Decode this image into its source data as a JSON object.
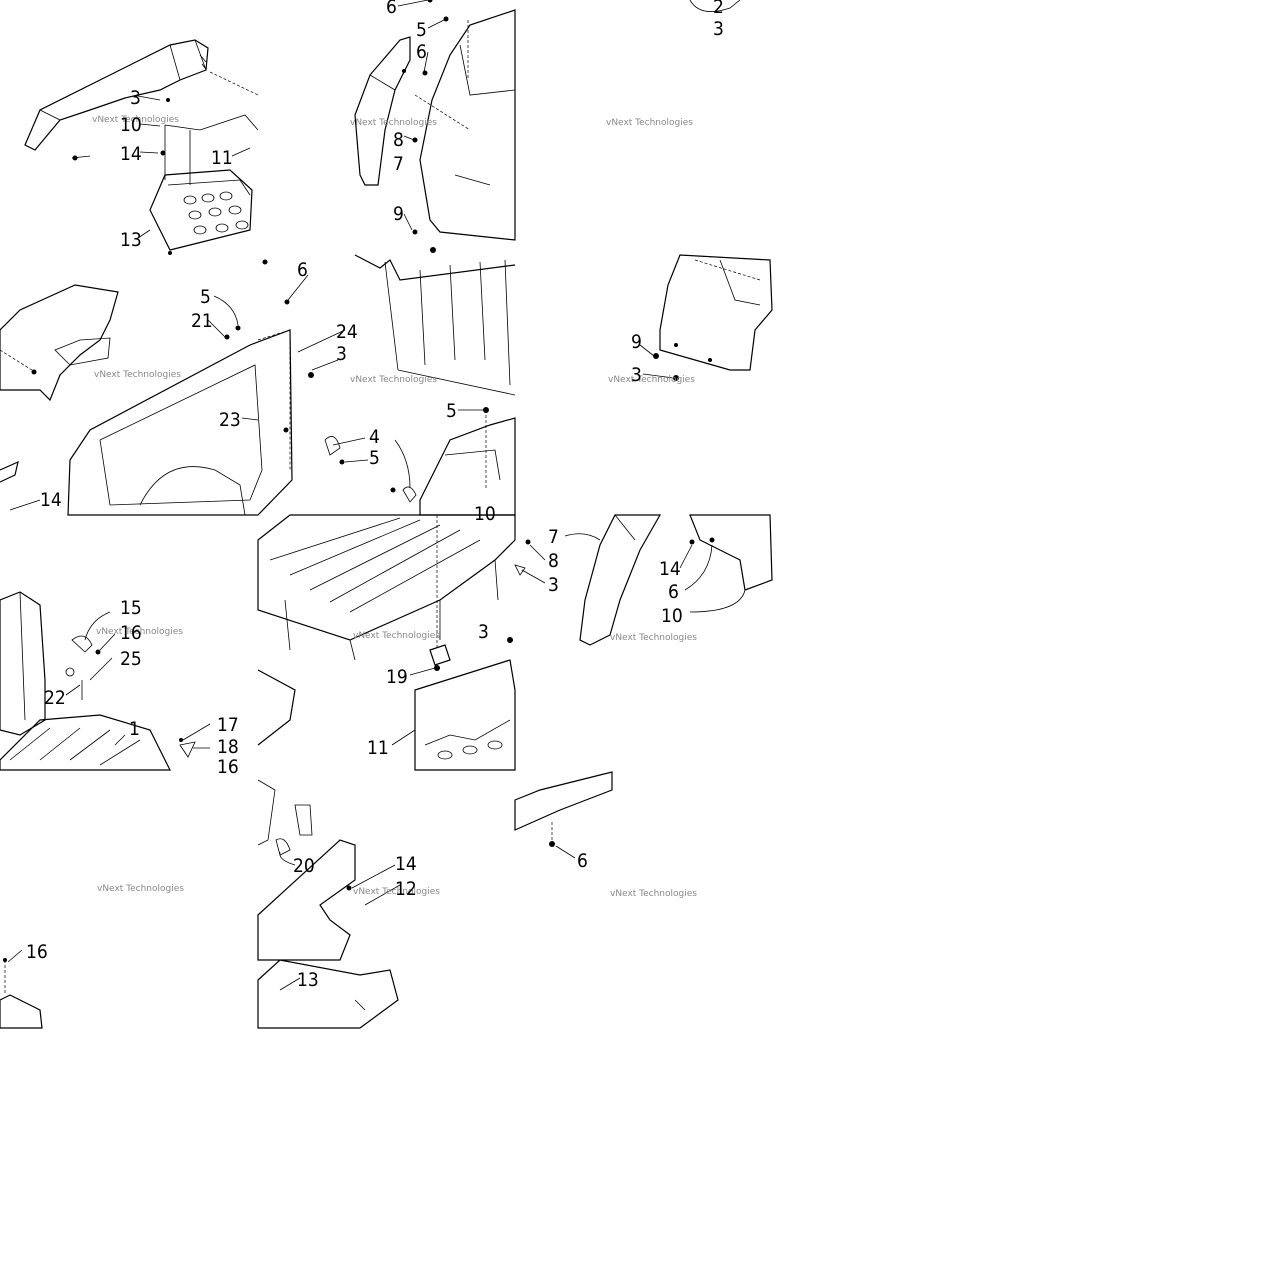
{
  "diagram": {
    "watermark": "vNext Technologies",
    "callouts": [
      {
        "id": "c1",
        "text": "6"
      },
      {
        "id": "c2",
        "text": "5"
      },
      {
        "id": "c3",
        "text": "6"
      },
      {
        "id": "c4",
        "text": "2"
      },
      {
        "id": "c5",
        "text": "3"
      },
      {
        "id": "c6",
        "text": "3"
      },
      {
        "id": "c7",
        "text": "10"
      },
      {
        "id": "c8",
        "text": "14"
      },
      {
        "id": "c9",
        "text": "11"
      },
      {
        "id": "c10",
        "text": "13"
      },
      {
        "id": "c11",
        "text": "8"
      },
      {
        "id": "c12",
        "text": "7"
      },
      {
        "id": "c13",
        "text": "9"
      },
      {
        "id": "c14",
        "text": "6"
      },
      {
        "id": "c15",
        "text": "5"
      },
      {
        "id": "c16",
        "text": "21"
      },
      {
        "id": "c17",
        "text": "24"
      },
      {
        "id": "c18",
        "text": "3"
      },
      {
        "id": "c19",
        "text": "23"
      },
      {
        "id": "c20",
        "text": "4"
      },
      {
        "id": "c21",
        "text": "5"
      },
      {
        "id": "c22",
        "text": "5"
      },
      {
        "id": "c23",
        "text": "9"
      },
      {
        "id": "c24",
        "text": "3"
      },
      {
        "id": "c25",
        "text": "14"
      },
      {
        "id": "c26",
        "text": "7"
      },
      {
        "id": "c27",
        "text": "8"
      },
      {
        "id": "c28",
        "text": "3"
      },
      {
        "id": "c29",
        "text": "14"
      },
      {
        "id": "c30",
        "text": "6"
      },
      {
        "id": "c31",
        "text": "10"
      },
      {
        "id": "c32",
        "text": "15"
      },
      {
        "id": "c33",
        "text": "16"
      },
      {
        "id": "c34",
        "text": "25"
      },
      {
        "id": "c35",
        "text": "22"
      },
      {
        "id": "c36",
        "text": "1"
      },
      {
        "id": "c37",
        "text": "17"
      },
      {
        "id": "c38",
        "text": "18"
      },
      {
        "id": "c39",
        "text": "16"
      },
      {
        "id": "c40",
        "text": "3"
      },
      {
        "id": "c41",
        "text": "19"
      },
      {
        "id": "c42",
        "text": "11"
      },
      {
        "id": "c43",
        "text": "20"
      },
      {
        "id": "c44",
        "text": "14"
      },
      {
        "id": "c45",
        "text": "12"
      },
      {
        "id": "c46",
        "text": "13"
      },
      {
        "id": "c47",
        "text": "6"
      },
      {
        "id": "c48",
        "text": "16"
      },
      {
        "id": "c49",
        "text": "10"
      }
    ]
  }
}
